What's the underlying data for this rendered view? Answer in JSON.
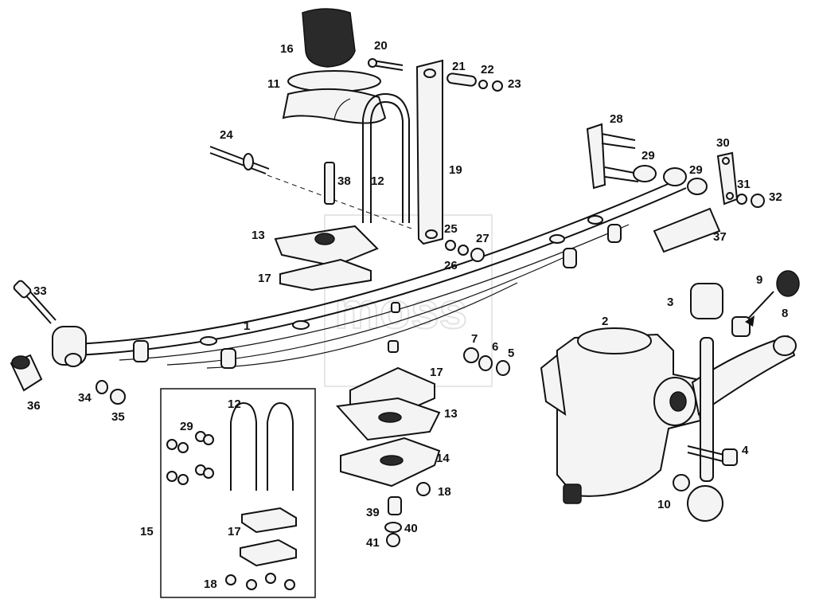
{
  "diagram": {
    "watermark": "moss",
    "labels": [
      {
        "id": "1",
        "text": "1"
      },
      {
        "id": "2",
        "text": "2"
      },
      {
        "id": "3",
        "text": "3"
      },
      {
        "id": "4",
        "text": "4"
      },
      {
        "id": "5",
        "text": "5"
      },
      {
        "id": "6",
        "text": "6"
      },
      {
        "id": "7",
        "text": "7"
      },
      {
        "id": "8",
        "text": "8"
      },
      {
        "id": "9",
        "text": "9"
      },
      {
        "id": "10",
        "text": "10"
      },
      {
        "id": "11",
        "text": "11"
      },
      {
        "id": "12a",
        "text": "12"
      },
      {
        "id": "12b",
        "text": "12"
      },
      {
        "id": "13a",
        "text": "13"
      },
      {
        "id": "13b",
        "text": "13"
      },
      {
        "id": "14",
        "text": "14"
      },
      {
        "id": "15",
        "text": "15"
      },
      {
        "id": "16",
        "text": "16"
      },
      {
        "id": "17a",
        "text": "17"
      },
      {
        "id": "17b",
        "text": "17"
      },
      {
        "id": "17c",
        "text": "17"
      },
      {
        "id": "18a",
        "text": "18"
      },
      {
        "id": "18b",
        "text": "18"
      },
      {
        "id": "19",
        "text": "19"
      },
      {
        "id": "20",
        "text": "20"
      },
      {
        "id": "21",
        "text": "21"
      },
      {
        "id": "22",
        "text": "22"
      },
      {
        "id": "23",
        "text": "23"
      },
      {
        "id": "24",
        "text": "24"
      },
      {
        "id": "25",
        "text": "25"
      },
      {
        "id": "26",
        "text": "26"
      },
      {
        "id": "27",
        "text": "27"
      },
      {
        "id": "28",
        "text": "28"
      },
      {
        "id": "29a",
        "text": "29"
      },
      {
        "id": "29b",
        "text": "29"
      },
      {
        "id": "29c",
        "text": "29"
      },
      {
        "id": "30",
        "text": "30"
      },
      {
        "id": "31",
        "text": "31"
      },
      {
        "id": "32",
        "text": "32"
      },
      {
        "id": "33",
        "text": "33"
      },
      {
        "id": "34",
        "text": "34"
      },
      {
        "id": "35",
        "text": "35"
      },
      {
        "id": "36",
        "text": "36"
      },
      {
        "id": "37",
        "text": "37"
      },
      {
        "id": "38",
        "text": "38"
      },
      {
        "id": "39",
        "text": "39"
      },
      {
        "id": "40",
        "text": "40"
      },
      {
        "id": "41",
        "text": "41"
      }
    ]
  }
}
